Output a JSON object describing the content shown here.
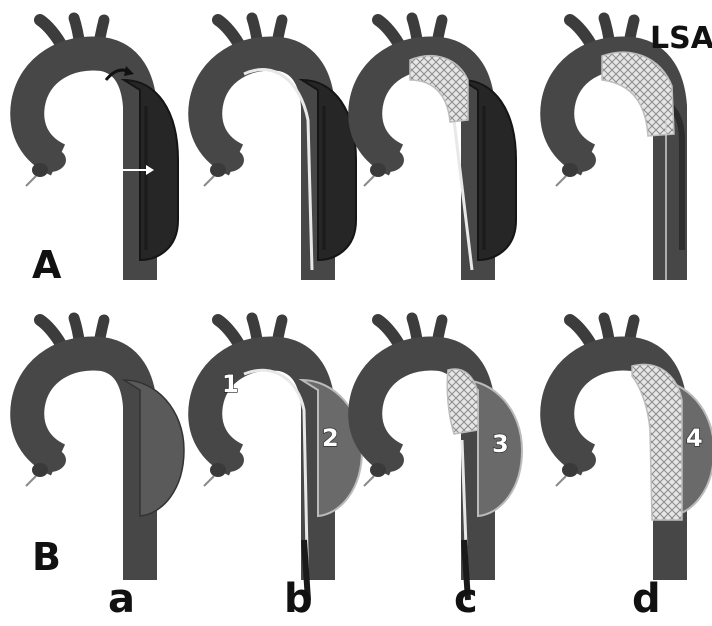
{
  "labels": {
    "row_a": "A",
    "row_b": "B",
    "lsa": "LSA",
    "col_a": "a",
    "col_b": "b",
    "col_c": "c",
    "col_d": "d",
    "n1": "1",
    "n2": "2",
    "n3": "3",
    "n4": "4"
  },
  "colors": {
    "vessel": "#4a4a4a",
    "vessel_dark": "#2e2e2e",
    "false_lumen": "#2a2a2a",
    "aneurysm": "#6a6a6a",
    "wire": "#e8e8e8",
    "stent": "#d8d8d8",
    "text": "#111111"
  }
}
